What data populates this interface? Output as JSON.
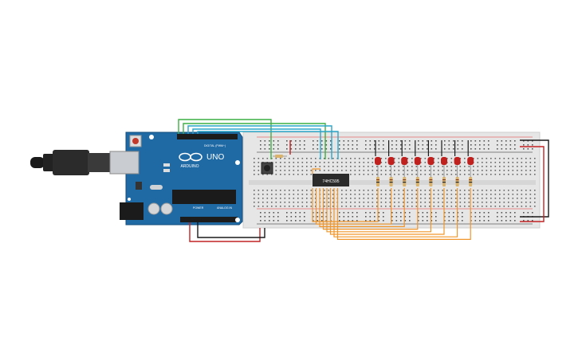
{
  "arduino": {
    "brand": "ARDUINO",
    "model": "UNO",
    "digital_label": "DIGITAL (PWM~)",
    "power_label": "POWER",
    "analog_label": "ANALOG IN",
    "board_color": "#1f6aa5"
  },
  "chip": {
    "label": "74HC595",
    "color": "#2b2b2b"
  },
  "leds": {
    "count": 8,
    "color": "#c0211f"
  },
  "resistors": {
    "count": 8
  },
  "breadboard": {
    "color": "#e6e6e6",
    "rail_red": "#e53030",
    "rail_blue": "#1b1b1b"
  },
  "wires": {
    "green": "#3cb043",
    "teal": "#2aa6c9",
    "orange": "#f0962a",
    "red": "#c42222",
    "black": "#1a1a1a"
  }
}
